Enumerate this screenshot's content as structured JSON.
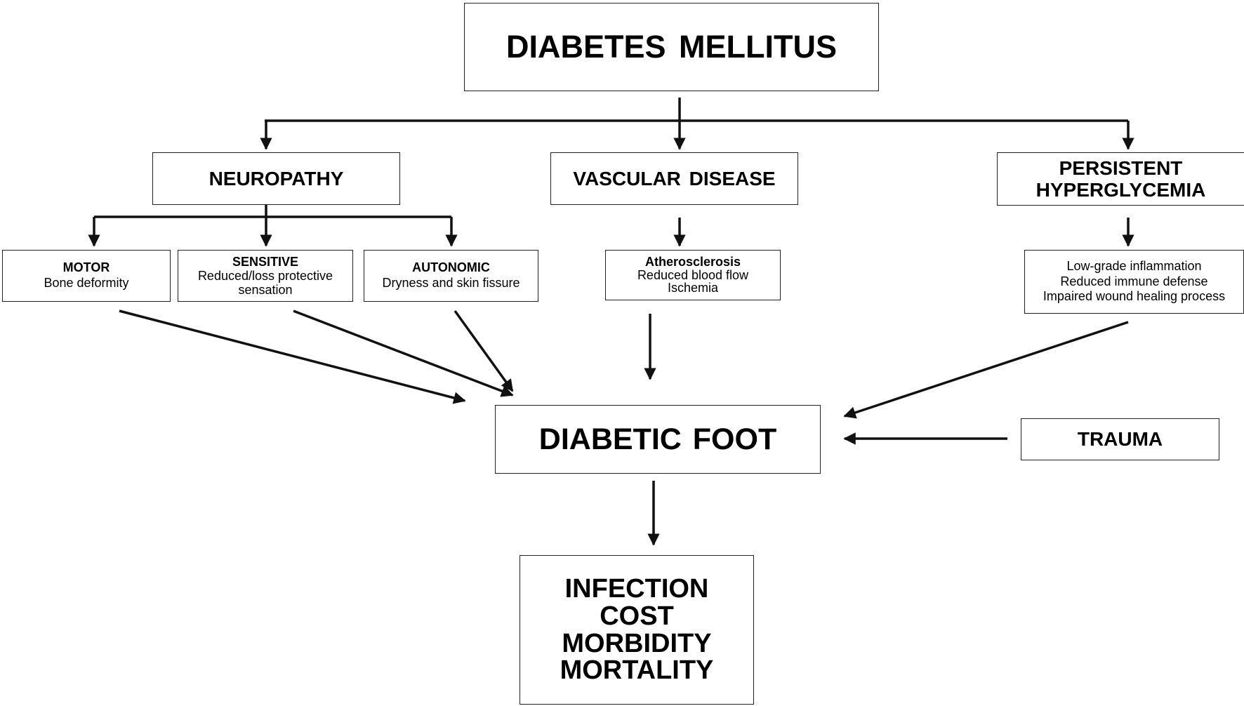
{
  "top": {
    "title": "DIABETES MELLITUS"
  },
  "categories": {
    "neuropathy": "NEUROPATHY",
    "vascular": "VASCULAR DISEASE",
    "hyperglycemia": [
      "PERSISTENT",
      "HYPERGLYCEMIA"
    ]
  },
  "details": {
    "motor": {
      "heading": "MOTOR",
      "lines": [
        "Bone deformity"
      ]
    },
    "sensitive": {
      "heading": "SENSITIVE",
      "lines": [
        "Reduced/loss protective",
        "sensation"
      ]
    },
    "autonomic": {
      "heading": "AUTONOMIC",
      "lines": [
        "Dryness and skin fissure"
      ]
    },
    "atherosclerosis": {
      "heading": "Atherosclerosis",
      "lines": [
        "Reduced blood flow",
        "Ischemia"
      ]
    },
    "hyperglycemia": {
      "lines": [
        "Low-grade inflammation",
        "Reduced immune defense",
        "Impaired wound healing process"
      ]
    }
  },
  "center": {
    "title": "DIABETIC FOOT"
  },
  "trauma": {
    "title": "TRAUMA"
  },
  "outcomes": [
    "INFECTION",
    "COST",
    "MORBIDITY",
    "MORTALITY"
  ]
}
